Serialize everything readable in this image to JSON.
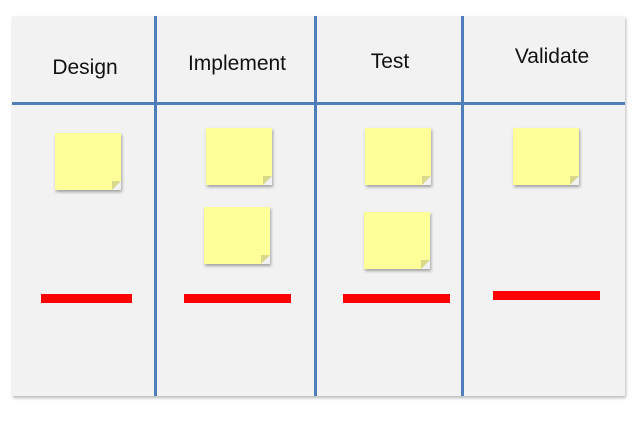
{
  "columns": [
    {
      "title": "Design",
      "notes": 1
    },
    {
      "title": "Implement",
      "notes": 2
    },
    {
      "title": "Test",
      "notes": 2
    },
    {
      "title": "Validate",
      "notes": 1
    }
  ],
  "colors": {
    "board_background": "#f2f2f2",
    "divider_lines": "#4f7fba",
    "sticky_note": "#ffff99",
    "limit_bar": "#ff0000"
  }
}
